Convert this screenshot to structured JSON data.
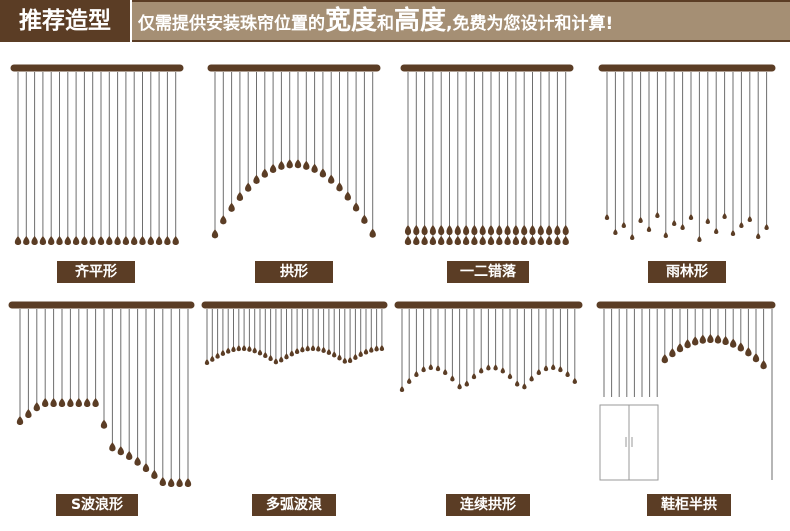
{
  "header": {
    "tag": "推荐造型",
    "parts": [
      "仅需提供安装珠帘位置的",
      "宽度",
      "和",
      "高度",
      ",免费为您设计和计算!"
    ]
  },
  "colors": {
    "brand_dark": "#5b3d25",
    "brand_light": "#a58f74",
    "string": "#6e6e6e",
    "bead": "#5b3d25",
    "cabinet": "#9a9a9a"
  },
  "styles": [
    {
      "id": "flat",
      "label": "齐平形"
    },
    {
      "id": "arch",
      "label": "拱形"
    },
    {
      "id": "staggered",
      "label": "一二错落"
    },
    {
      "id": "rain",
      "label": "雨林形"
    },
    {
      "id": "s-wave",
      "label": "S波浪形"
    },
    {
      "id": "multi-arc",
      "label": "多弧波浪"
    },
    {
      "id": "consecutive-arch",
      "label": "连续拱形"
    },
    {
      "id": "shoe-cabinet",
      "label": "鞋柜半拱"
    }
  ]
}
